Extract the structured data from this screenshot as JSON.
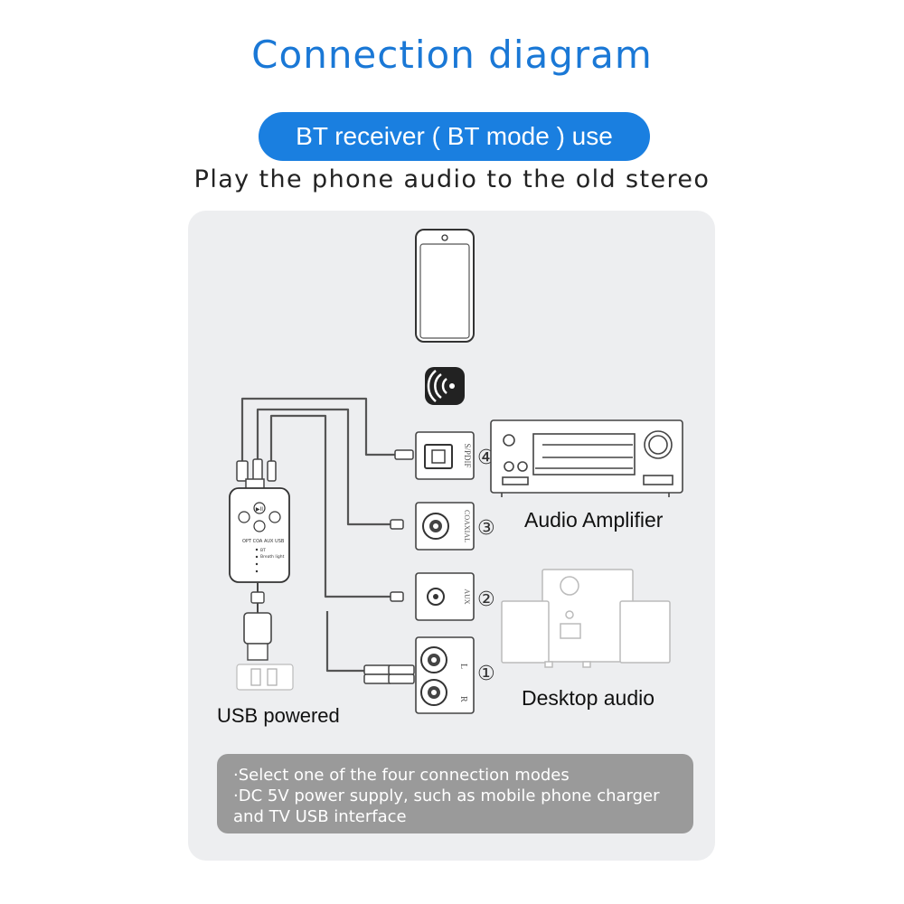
{
  "header": {
    "title": "Connection diagram",
    "mode_pill": "BT receiver ( BT mode ) use",
    "subtitle": "Play the phone audio to the old stereo"
  },
  "devices": {
    "amplifier_label": "Audio Amplifier",
    "desktop_label": "Desktop audio",
    "usb_label": "USB powered"
  },
  "ports": [
    {
      "number": "④",
      "name": "S/PDIF"
    },
    {
      "number": "③",
      "name": "COAXIAL"
    },
    {
      "number": "②",
      "name": "AUX"
    },
    {
      "number": "①",
      "name": "L R"
    }
  ],
  "receiver": {
    "mode_labels": [
      "OPT",
      "COA",
      "AUX",
      "USB"
    ],
    "indicator_labels": [
      "BT",
      "Breath light"
    ]
  },
  "notes": [
    "·Select one of the four connection modes",
    "·DC 5V power supply, such as mobile phone charger",
    "and TV USB interface"
  ],
  "colors": {
    "accent": "#1a7fe0",
    "title": "#1a78d6",
    "panel": "#edeef0",
    "note_box": "#9a9a9a"
  }
}
